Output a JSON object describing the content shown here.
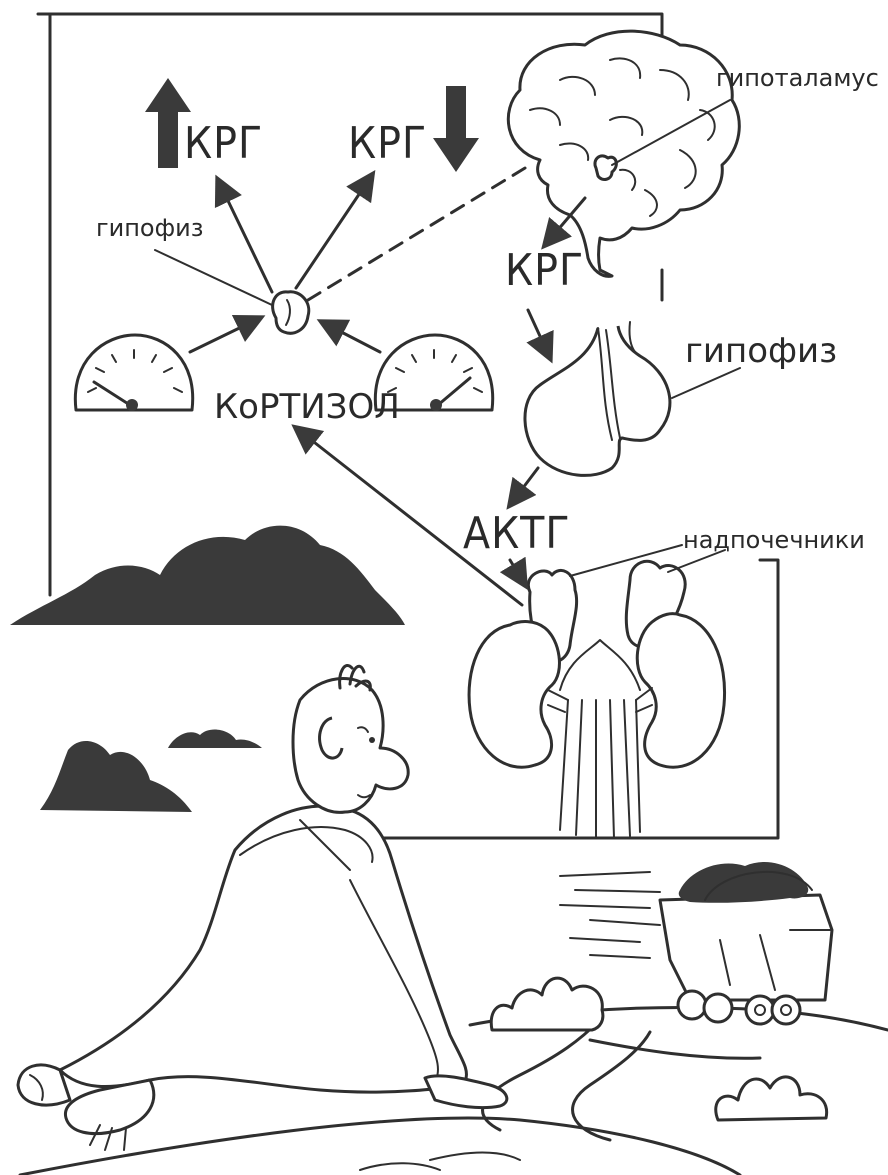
{
  "labels": {
    "hypothalamus": "гипоталамус",
    "crh_main": "КРГ",
    "pituitary_right": "гипофиз",
    "acth": "АКТГ",
    "adrenals": "надпочечники",
    "crh_up": "КРГ",
    "crh_down": "КРГ",
    "pituitary_left": "гипофиз",
    "cortisol": "КоРТИЗОЛ"
  },
  "colors": {
    "ink": "#2f2f2f",
    "fill_dark": "#3a3a3a",
    "paper": "#ffffff"
  }
}
